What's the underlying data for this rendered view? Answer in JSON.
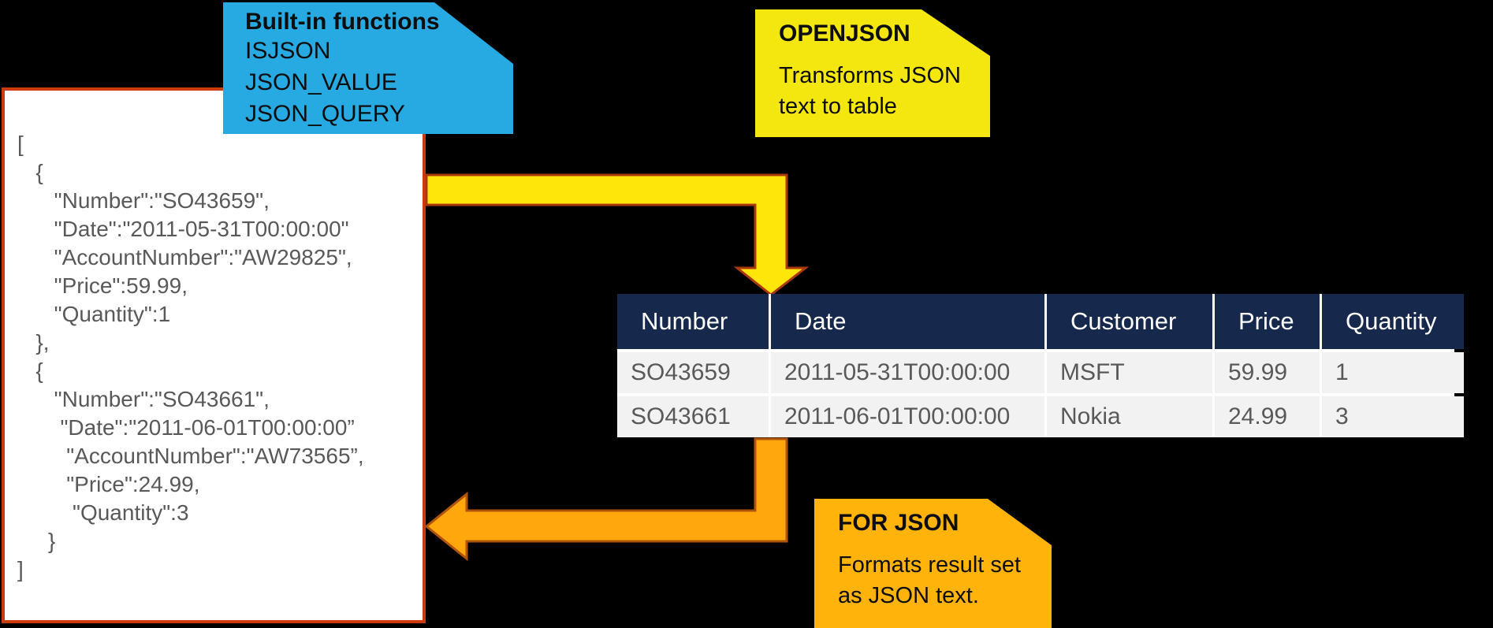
{
  "canvas": {
    "background": "#000000"
  },
  "json_box": {
    "background": "#FFFFFF",
    "border_color": "#CC3B0E",
    "text_color": "#595959",
    "content": "[\n   {\n      \"Number\":\"SO43659\",\n      \"Date\":\"2011-05-31T00:00:00\"\n      \"AccountNumber\":\"AW29825\",\n      \"Price\":59.99,\n      \"Quantity\":1\n   },\n   {\n      \"Number\":\"SO43661\",\n       \"Date\":\"2011-06-01T00:00:00”\n        \"AccountNumber\":\"AW73565”,\n        \"Price\":24.99,\n         \"Quantity\":3\n     }\n]"
  },
  "callouts": {
    "builtin_functions": {
      "title": "Built-in functions",
      "items": [
        "ISJSON",
        "JSON_VALUE",
        "JSON_QUERY"
      ],
      "background": "#27AAE1"
    },
    "openjson": {
      "title": "OPENJSON",
      "body": "Transforms JSON\ntext to table",
      "background": "#F3E70F"
    },
    "forjson": {
      "title": "FOR JSON",
      "body": "Formats result set\nas JSON text.",
      "background": "#FFB30B"
    }
  },
  "arrows": {
    "openjson_arrow": {
      "fill": "#FFE60A",
      "stroke": "#AB390D",
      "meaning": "json-text-to-table"
    },
    "forjson_arrow": {
      "fill": "#FFA70D",
      "stroke": "#B0540A",
      "meaning": "table-to-json-text"
    }
  },
  "table": {
    "header_bg": "#16294D",
    "header_text_color": "#FFFFFF",
    "row_bg": "#F2F2F2",
    "cell_text_color": "#595959",
    "columns": [
      "Number",
      "Date",
      "Customer",
      "Price",
      "Quantity"
    ],
    "rows": [
      [
        "SO43659",
        "2011-05-31T00:00:00",
        "MSFT",
        "59.99",
        "1"
      ],
      [
        "SO43661",
        "2011-06-01T00:00:00",
        "Nokia",
        "24.99",
        "3"
      ]
    ]
  }
}
